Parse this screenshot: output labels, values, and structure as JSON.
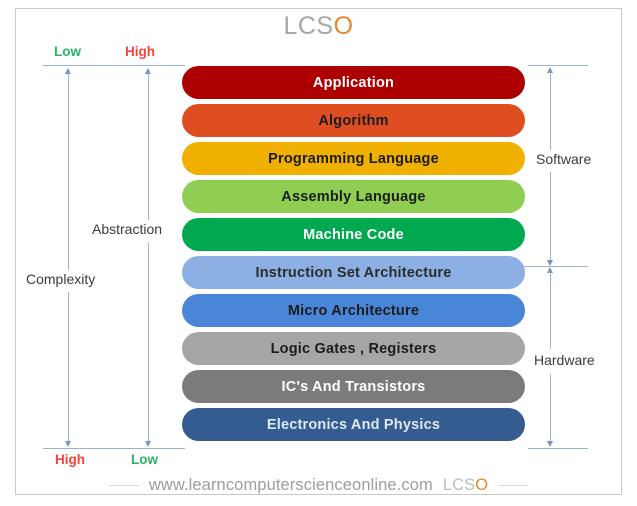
{
  "title": {
    "main": "LCS",
    "accent": "O"
  },
  "axes": {
    "top": {
      "left_label": "Low",
      "right_label": "High"
    },
    "bottom": {
      "left_label": "High",
      "right_label": "Low"
    },
    "complexity_label": "Complexity",
    "abstraction_label": "Abstraction"
  },
  "groups": {
    "software": "Software",
    "hardware": "Hardware"
  },
  "layers": [
    {
      "label": "Application",
      "bg": "#ad0000",
      "fg": "#ffffff"
    },
    {
      "label": "Algorithm",
      "bg": "#df4e20",
      "fg": "#1c1c1c"
    },
    {
      "label": "Programming Language",
      "bg": "#efb000",
      "fg": "#1c1c1c"
    },
    {
      "label": "Assembly Language",
      "bg": "#8fce52",
      "fg": "#1c1c1c"
    },
    {
      "label": "Machine Code",
      "bg": "#00a84f",
      "fg": "#ffffff"
    },
    {
      "label": "Instruction Set Architecture",
      "bg": "#8cb0e3",
      "fg": "#2b2b2b"
    },
    {
      "label": "Micro Architecture",
      "bg": "#4a86d8",
      "fg": "#1c1c1c"
    },
    {
      "label": "Logic Gates , Registers",
      "bg": "#a6a6a6",
      "fg": "#1c1c1c"
    },
    {
      "label": "IC's And Transistors",
      "bg": "#7b7b7b",
      "fg": "#ffffff"
    },
    {
      "label": "Electronics And Physics",
      "bg": "#345c90",
      "fg": "#dfe7f1"
    }
  ],
  "footer": {
    "site": "www.learncomputerscienceonline.com",
    "brand_main": "LCS",
    "brand_accent": "O"
  },
  "colors": {
    "low": "#27b463",
    "high": "#f0443c",
    "axis_line": "#9ab3d4",
    "title_gray": "#a6a6a6",
    "title_accent": "#e8872b"
  }
}
